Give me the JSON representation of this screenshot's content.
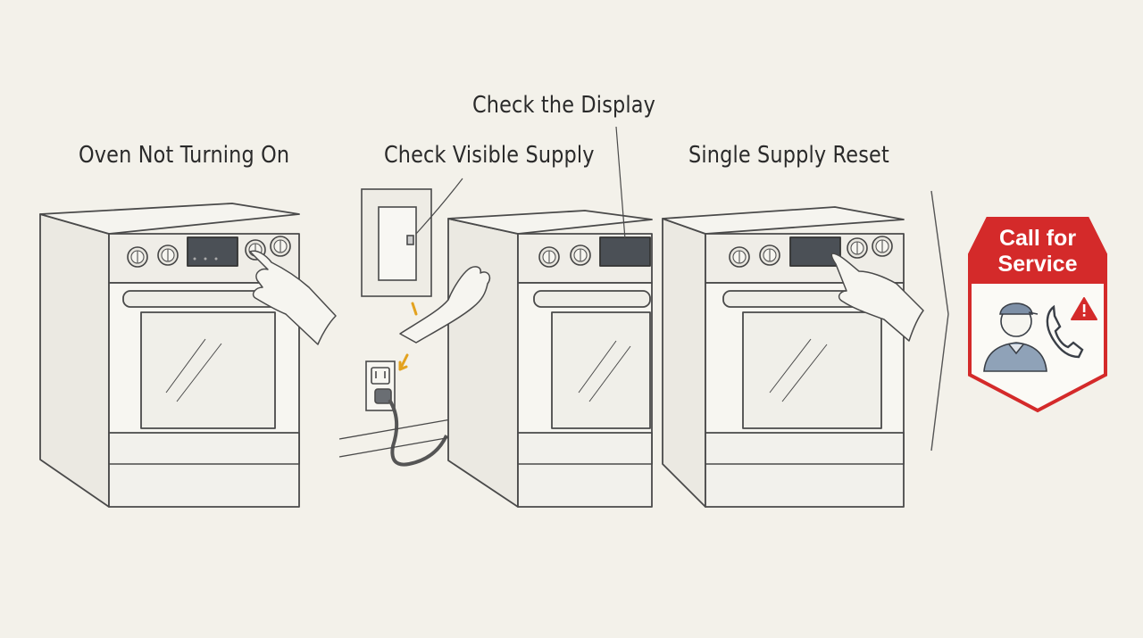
{
  "steps": [
    {
      "title": "Oven Not Turning On"
    },
    {
      "title": "Check Visible Supply"
    },
    {
      "title": "Check the Display"
    },
    {
      "title": "Single Supply Reset"
    }
  ],
  "service_badge": {
    "line1": "Call for",
    "line2": "Service",
    "color": "#d42a2a",
    "icons": [
      "technician-icon",
      "phone-icon",
      "warning-icon"
    ]
  },
  "palette": {
    "background": "#f3f1ea",
    "ink": "#4a4a4a",
    "display": "#4b5056",
    "accent": "#e3a21f",
    "alert": "#d42a2a"
  }
}
